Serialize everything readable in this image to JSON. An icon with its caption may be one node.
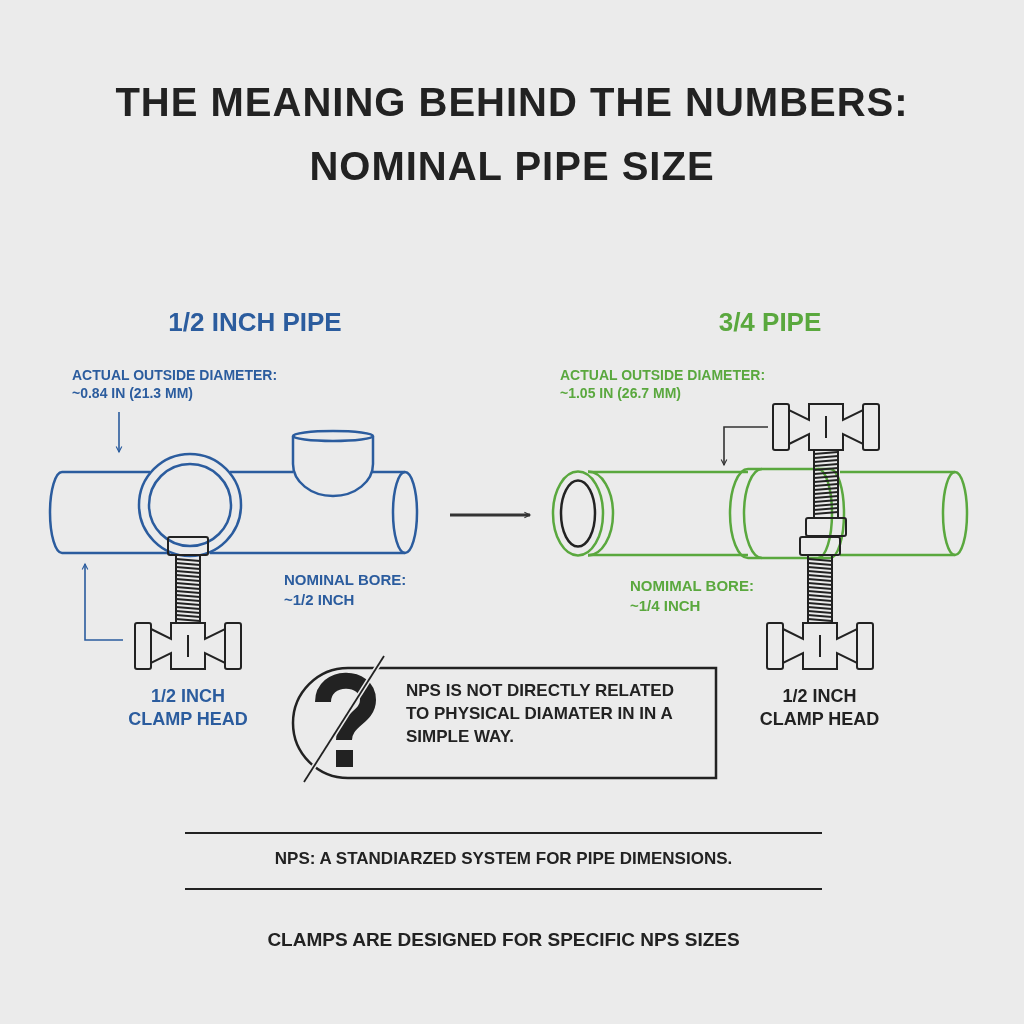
{
  "diagram": {
    "title": "THE MEANING BEHIND THE NUMBERS: NOMINAL PIPE SIZE",
    "nodes": [
      {
        "text": [
          "ACTUAL OUTSIDE DIAMETER: ~0.84 IN (21.3 MM)"
        ]
      },
      {
        "text": [],
        "shape": "picture"
      },
      {
        "text": [
          "1/2 INCH CLAMP HEAD"
        ]
      },
      {
        "text": [],
        "shape": "picture"
      },
      {
        "text": [],
        "shape": "picture"
      },
      {
        "text": [
          "1/2 INCH CLAMP HEAD"
        ]
      },
      {
        "text": [
          "NPS IS NOT DIRECTLY RELATED TO PHYSICAL DIAMATER IN IN A SIMPLE WAY."
        ]
      }
    ],
    "edges": [
      {
        "from": 0,
        "to": 1,
        "arrow": "to",
        "color": "#2b5c9e"
      },
      {
        "from": 2,
        "to": 1,
        "arrow": "to",
        "color": "#2b5c9e"
      },
      {
        "from": 1,
        "to": 3,
        "arrow": "to",
        "color": "#333333"
      },
      {
        "from": 4,
        "to": 3,
        "arrow": "to",
        "color": "#333333"
      }
    ],
    "labels": [
      "1/2 INCH PIPE",
      "3/4 PIPE",
      "ACTUAL OUTSIDE DIAMETER: ~1.05 IN (26.7 MM)",
      "NOMINAL BORE: ~1/2 INCH",
      "NOMIMAL BORE: ~1/4 INCH",
      "NPS: A STANDIARZED SYSTEM FOR PIPE DIMENSIONS.",
      "CLAMPS ARE DESIGNED FOR SPECIFIC NPS SIZES"
    ]
  }
}
